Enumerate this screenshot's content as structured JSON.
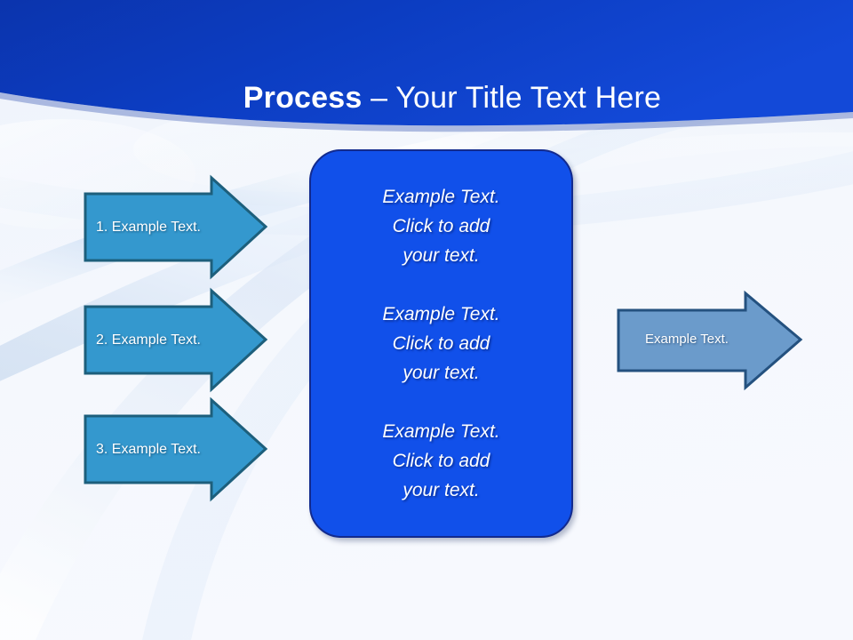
{
  "slide": {
    "title": {
      "bold_part": "Process",
      "rest_part": " – Your Title Text Here"
    },
    "background_color": "#f4f7fd",
    "header_color": "#0b39bd"
  },
  "input_arrows": [
    {
      "label": "1. Example Text.",
      "fill": "#3498ce",
      "stroke": "#1d5f7c"
    },
    {
      "label": "2. Example Text.",
      "fill": "#3498ce",
      "stroke": "#1d5f7c"
    },
    {
      "label": "3. Example Text.",
      "fill": "#3498ce",
      "stroke": "#1d5f7c"
    }
  ],
  "process_box": {
    "fill": "#1150ea",
    "stroke": "#122a8e",
    "paragraphs": [
      "Example Text.\nClick  to add\nyour text.",
      "Example Text.\nClick  to add\nyour text.",
      "Example Text.\nClick  to add\nyour text."
    ]
  },
  "output_arrow": {
    "label": "Example Text.",
    "fill": "#6b9bcb",
    "stroke": "#24517f"
  }
}
